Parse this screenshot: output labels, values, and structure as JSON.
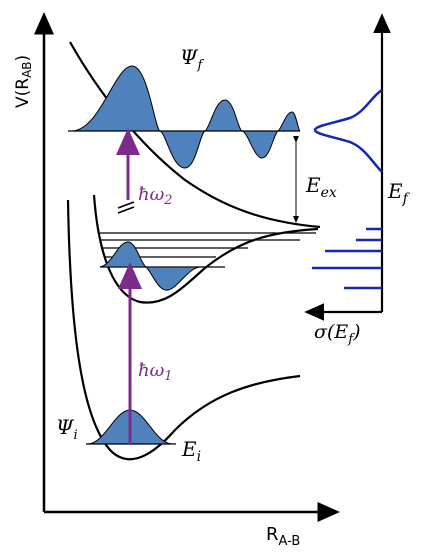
{
  "colors": {
    "axis": "#000000",
    "curve": "#000000",
    "wavefill": "#4f81bd",
    "transition": "#7b2c8b",
    "spectrum": "#1428b4"
  },
  "labels": {
    "y_axis": "V(R",
    "y_axis_sub": "AB",
    "y_axis_close": ")",
    "x_axis": "R",
    "x_axis_sub": "A-B",
    "psi_f": "Ψ",
    "psi_f_sub": "f",
    "psi_i": "Ψ",
    "psi_i_sub": "i",
    "hw2": "ħω",
    "hw2_sub": "2",
    "hw1": "ħω",
    "hw1_sub": "1",
    "e_ex": "E",
    "e_ex_sub": "ex",
    "e_f": "E",
    "e_f_sub": "f",
    "e_i": "E",
    "e_i_sub": "i",
    "sigma": "σ(E",
    "sigma_sub": "f",
    "sigma_close": ")"
  }
}
